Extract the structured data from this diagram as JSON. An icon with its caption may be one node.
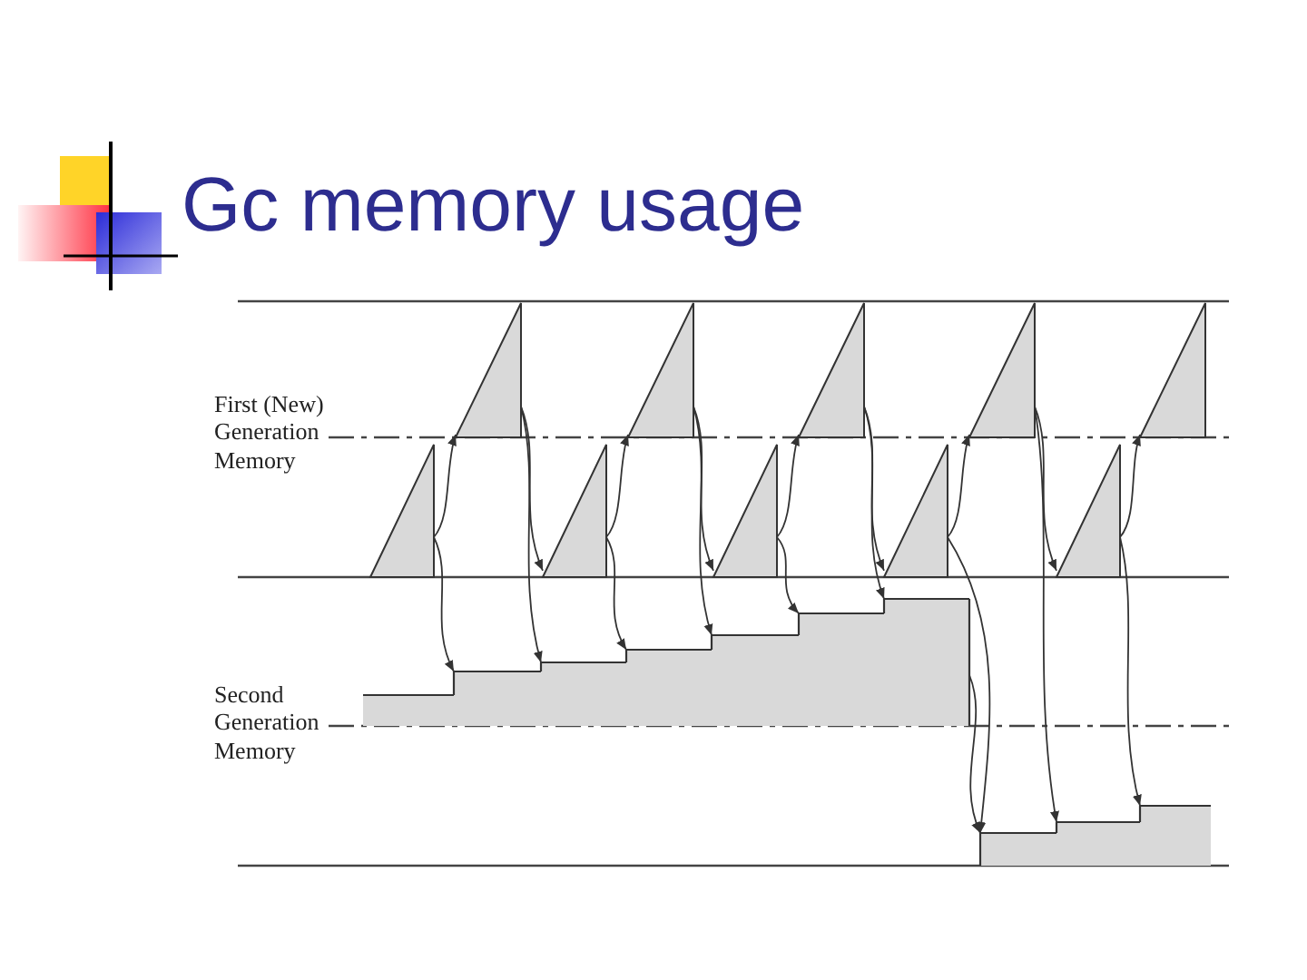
{
  "diagram": {
    "title": "Gc memory usage",
    "nodes": [
      {
        "text": [],
        "shape": "triangle"
      },
      {
        "text": [],
        "shape": "triangle"
      },
      {
        "text": [],
        "shape": "triangle"
      },
      {
        "text": [],
        "shape": "triangle"
      },
      {
        "text": [],
        "shape": "triangle"
      },
      {
        "text": [],
        "shape": "triangle"
      },
      {
        "text": [],
        "shape": "triangle"
      },
      {
        "text": [],
        "shape": "triangle"
      },
      {
        "text": [],
        "shape": "triangle"
      },
      {
        "text": [],
        "shape": "triangle"
      },
      {
        "text": [],
        "shape": "bar"
      },
      {
        "text": [],
        "shape": "bar"
      },
      {
        "text": [],
        "shape": "bar"
      },
      {
        "text": [],
        "shape": "bar"
      },
      {
        "text": [],
        "shape": "bar"
      },
      {
        "text": [],
        "shape": "bar"
      },
      {
        "text": [],
        "shape": "bar"
      },
      {
        "text": [],
        "shape": "bar"
      },
      {
        "text": [],
        "shape": "bar"
      },
      {
        "text": [],
        "shape": "bar"
      }
    ],
    "edges": [
      {
        "from": 5,
        "to": 0,
        "arrow": "to"
      },
      {
        "from": 5,
        "to": 11,
        "arrow": "to"
      },
      {
        "from": 0,
        "to": 6,
        "arrow": "to"
      },
      {
        "from": 0,
        "to": 12,
        "arrow": "to"
      },
      {
        "from": 6,
        "to": 1,
        "arrow": "to"
      },
      {
        "from": 6,
        "to": 13,
        "arrow": "to"
      },
      {
        "from": 1,
        "to": 7,
        "arrow": "to"
      },
      {
        "from": 1,
        "to": 14,
        "arrow": "to"
      },
      {
        "from": 7,
        "to": 2,
        "arrow": "to"
      },
      {
        "from": 7,
        "to": 15,
        "arrow": "to"
      },
      {
        "from": 2,
        "to": 8,
        "arrow": "to"
      },
      {
        "from": 2,
        "to": 16,
        "arrow": "to"
      },
      {
        "from": 8,
        "to": 3,
        "arrow": "to"
      },
      {
        "from": 8,
        "to": 17,
        "arrow": "to"
      },
      {
        "from": 16,
        "to": 17,
        "arrow": "to"
      },
      {
        "from": 3,
        "to": 9,
        "arrow": "to"
      },
      {
        "from": 3,
        "to": 18,
        "arrow": "to"
      },
      {
        "from": 9,
        "to": 4,
        "arrow": "to"
      },
      {
        "from": 9,
        "to": 19,
        "arrow": "to"
      }
    ],
    "labels": [
      "First (New) Generation Memory",
      "Second Generation Memory"
    ]
  }
}
